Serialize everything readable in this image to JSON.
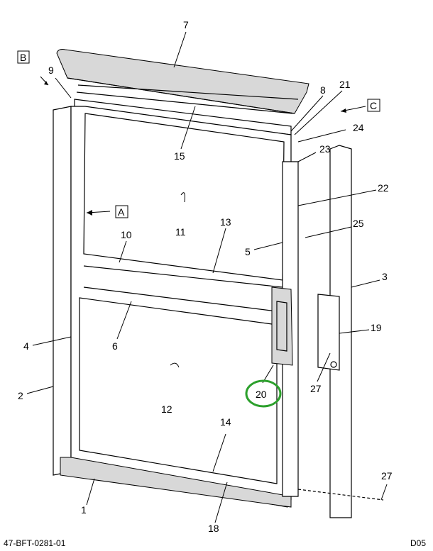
{
  "callouts": {
    "c7": "7",
    "c9": "9",
    "c8": "8",
    "c21": "21",
    "c24": "24",
    "c23": "23",
    "c15": "15",
    "c22": "22",
    "c11": "11",
    "c25": "25",
    "c13": "13",
    "c10": "10",
    "c5": "5",
    "c3": "3",
    "c19": "19",
    "c4": "4",
    "c6": "6",
    "c2": "2",
    "c12": "12",
    "c20": "20",
    "c27a": "27",
    "c14": "14",
    "c27b": "27",
    "c1": "1",
    "c18": "18"
  },
  "view_labels": {
    "b": "B",
    "c": "C",
    "a": "A"
  },
  "highlight": {
    "callout": "20",
    "color": "#2ca02c"
  },
  "footer": {
    "drawing_number": "47-BFT-0281-01",
    "sheet_code": "D05"
  }
}
